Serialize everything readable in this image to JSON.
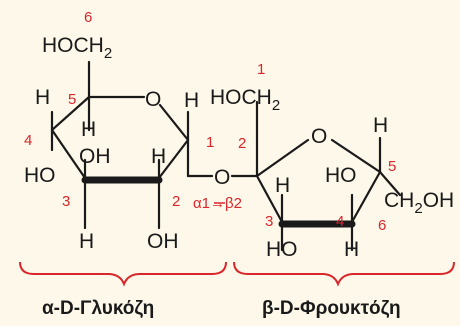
{
  "glucose": {
    "name": "α-D-Γλυκόζη",
    "numbers": {
      "c1": "1",
      "c2": "2",
      "c3": "3",
      "c4": "4",
      "c5": "5",
      "c6": "6"
    },
    "groups": {
      "c6": "HOCH",
      "c6_sub": "2",
      "ring_o": "O",
      "c5_h": "H",
      "c4_h": "H",
      "c4_ho": "HO",
      "c4_oh": "OH",
      "c3_h": "H",
      "c2_h": "H",
      "c2_oh": "OH",
      "c1_h": "H"
    }
  },
  "fructose": {
    "name": "β-D-Φρουκτόζη",
    "numbers": {
      "c1": "1",
      "c2": "2",
      "c3": "3",
      "c4": "4",
      "c5": "5",
      "c6": "6"
    },
    "groups": {
      "c1": "HOCH",
      "c1_sub": "2",
      "ring_o": "O",
      "c3_h": "H",
      "c3_ho": "HO",
      "c4_ho": "HO",
      "c4_h": "H",
      "c5_h": "H",
      "c6": "CH",
      "c6_sub": "2",
      "c6_oh": "OH"
    }
  },
  "linkage": {
    "bridge_o": "O",
    "label": "α1→β2"
  },
  "colors": {
    "background": "#fdf8e9",
    "ink": "#1a1a1a",
    "numbering": "#d9262b"
  }
}
